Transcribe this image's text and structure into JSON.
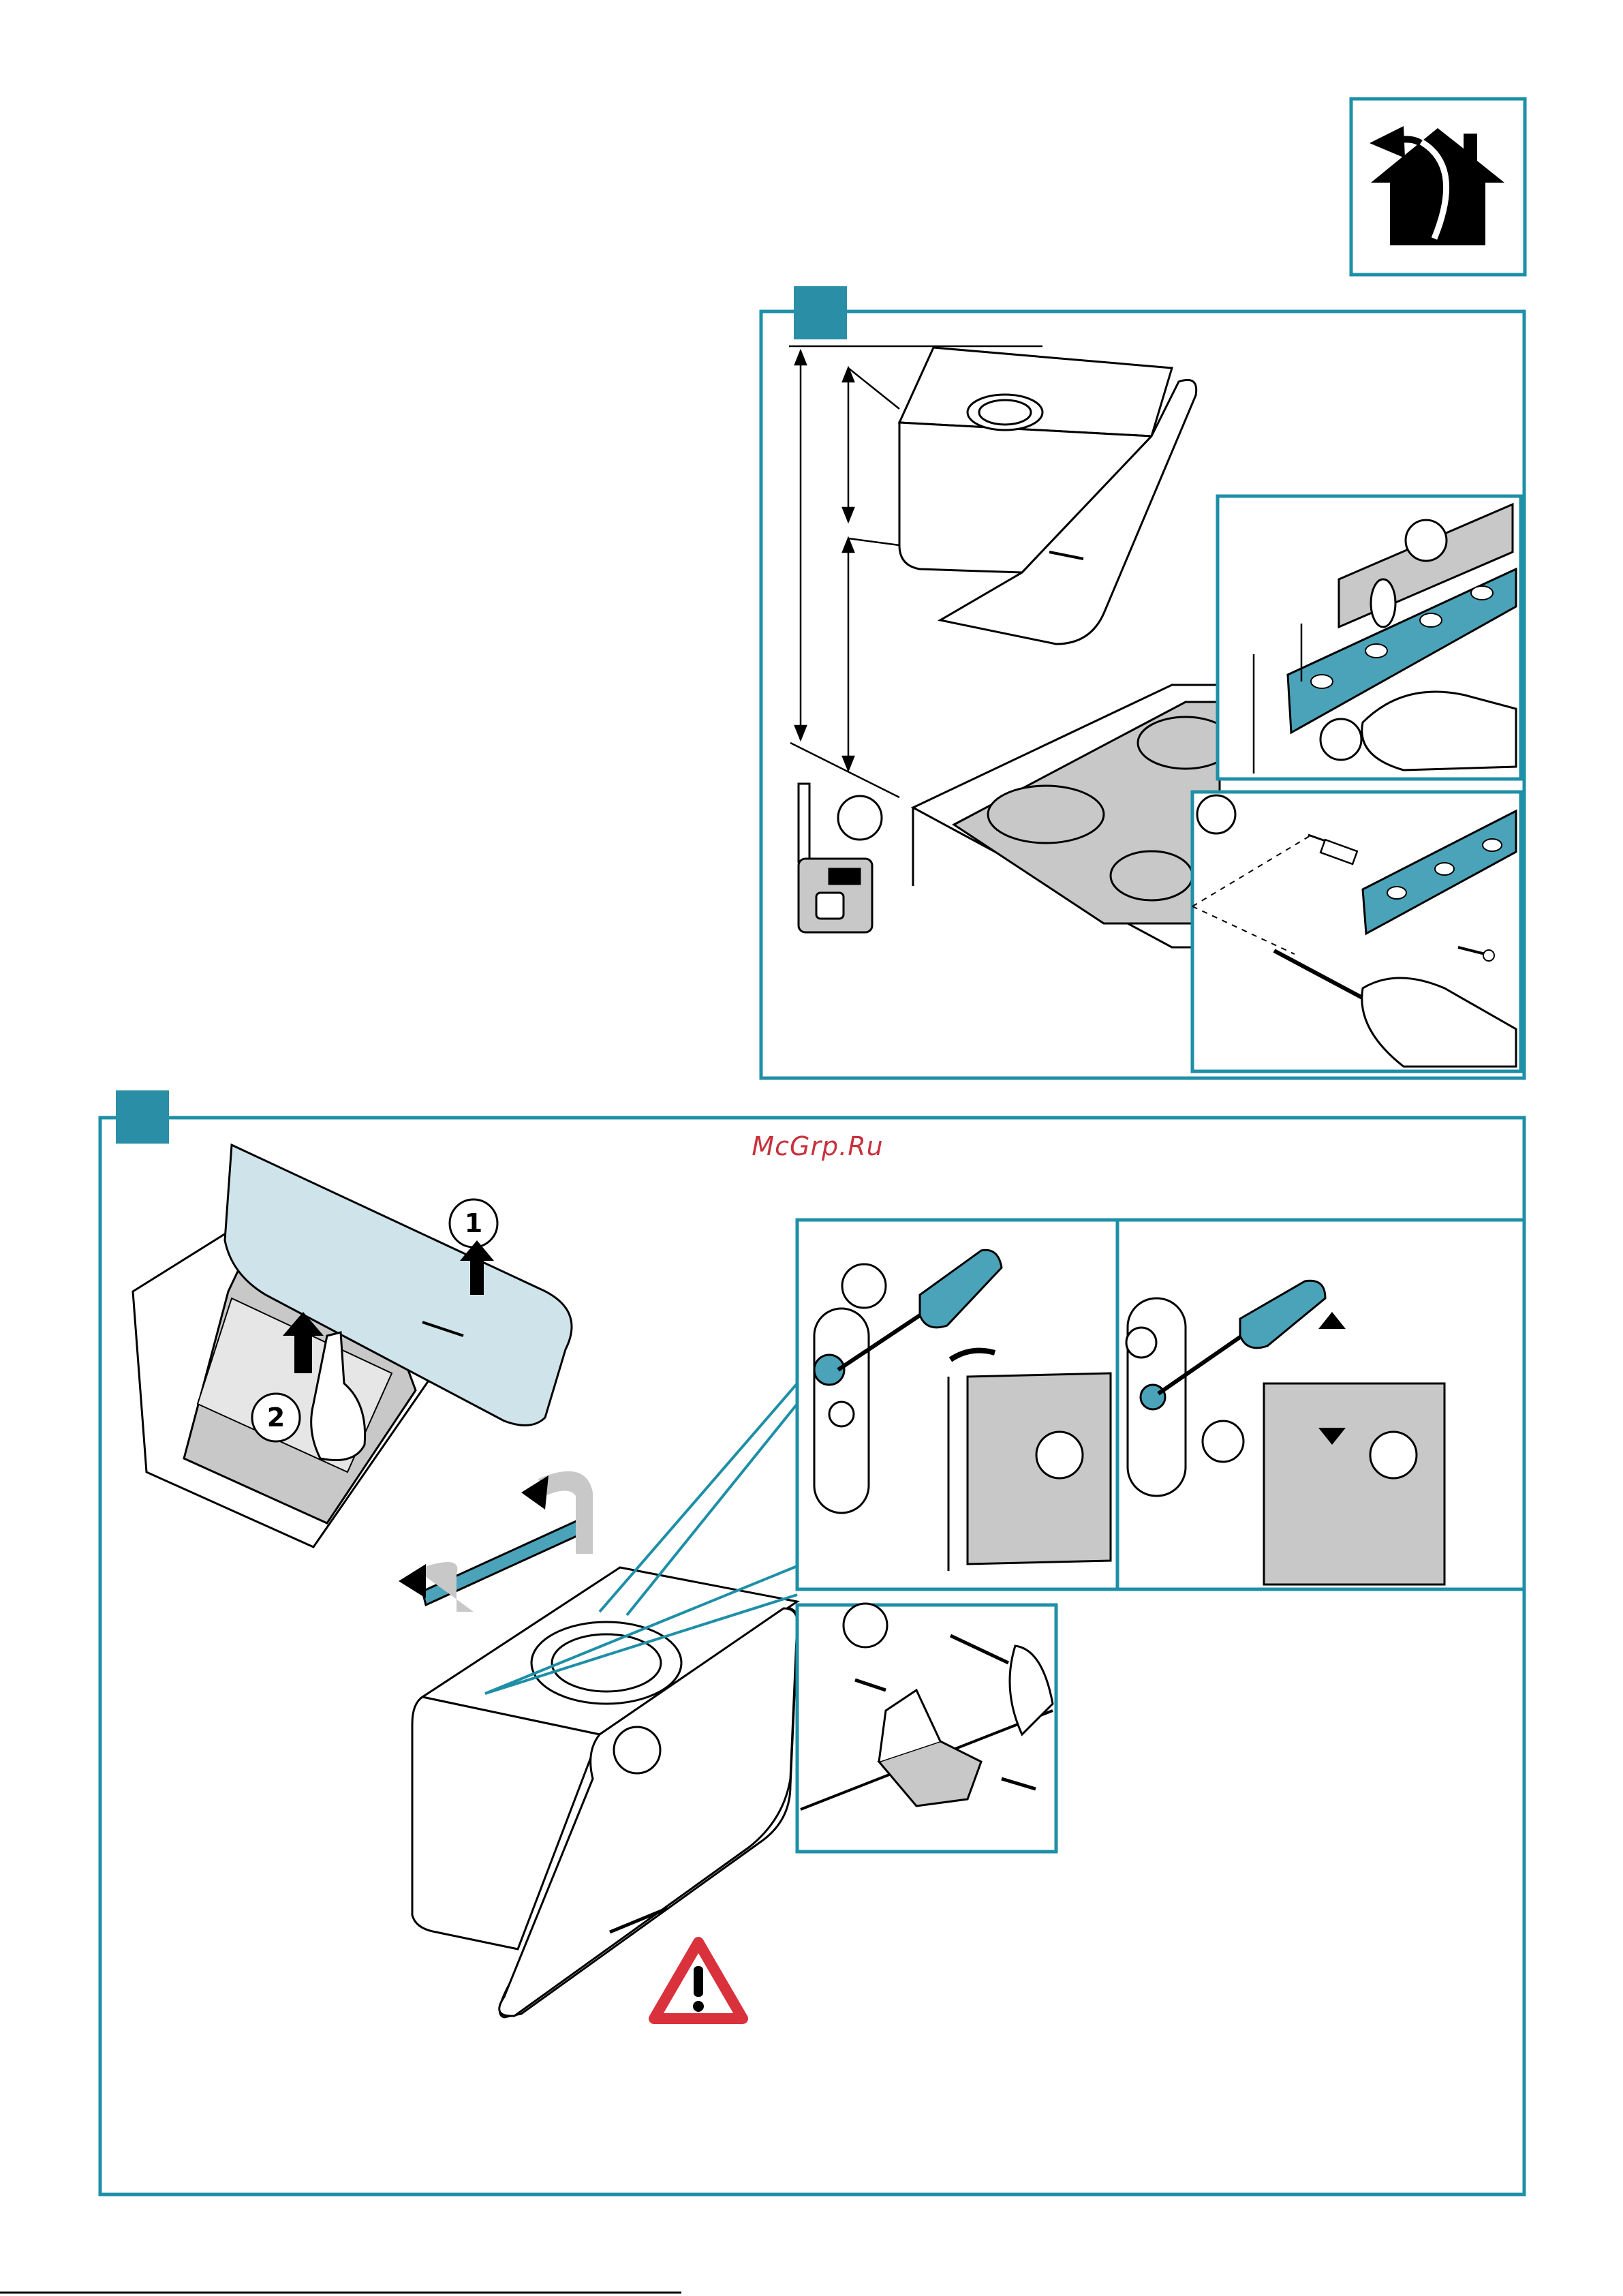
{
  "watermark": {
    "text": "McGrp.Ru"
  },
  "steps": {
    "step_1_label": "1",
    "step_2_label": "2"
  },
  "colors": {
    "frame": "#1d8fa7",
    "tab": "#2a8fa6",
    "accent_blue": "#4ba3b9",
    "glass": "#cfe4ea",
    "shade": "#c8c8c8",
    "ink": "#000000",
    "warning_red": "#d9323c",
    "watermark": "#c8323c"
  },
  "icons": {
    "corner": "house-with-arrow-icon",
    "warning": "warning-triangle-icon",
    "tape": "tape-measure-icon",
    "level": "spirit-level-icon",
    "drill": "power-drill-icon",
    "screwdriver": "screwdriver-icon",
    "hand": "hand-icon"
  }
}
